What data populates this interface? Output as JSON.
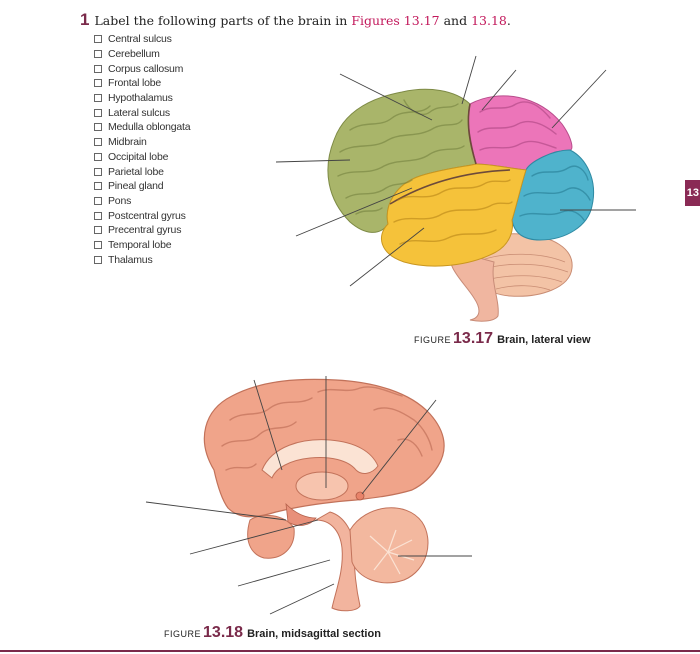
{
  "question": {
    "number": "1",
    "text_before": "Label the following parts of the brain in ",
    "fig_ref_1": "Figures 13.17",
    "text_and": " and ",
    "fig_ref_2": "13.18",
    "text_end": "."
  },
  "terms": [
    "Central sulcus",
    "Cerebellum",
    "Corpus callosum",
    "Frontal lobe",
    "Hypothalamus",
    "Lateral sulcus",
    "Medulla oblongata",
    "Midbrain",
    "Occipital lobe",
    "Parietal lobe",
    "Pineal gland",
    "Pons",
    "Postcentral gyrus",
    "Precentral gyrus",
    "Temporal lobe",
    "Thalamus"
  ],
  "figure_lateral": {
    "word": "FIGURE",
    "number": "13.17",
    "title": "Brain, lateral view"
  },
  "figure_midsagittal": {
    "word": "FIGURE",
    "number": "13.18",
    "title": "Brain, midsagittal section"
  },
  "side_tab": "13",
  "colors": {
    "frontal": "#a9b56a",
    "parietal": "#ec75b9",
    "occipital": "#4fb3cc",
    "temporal": "#f5c23a",
    "cerebellum": "#f3c3a6",
    "brainstem": "#f0b6a0",
    "section": "#f0a48a",
    "accent": "#7a2a4a",
    "fig_ref": "#c2185b"
  }
}
